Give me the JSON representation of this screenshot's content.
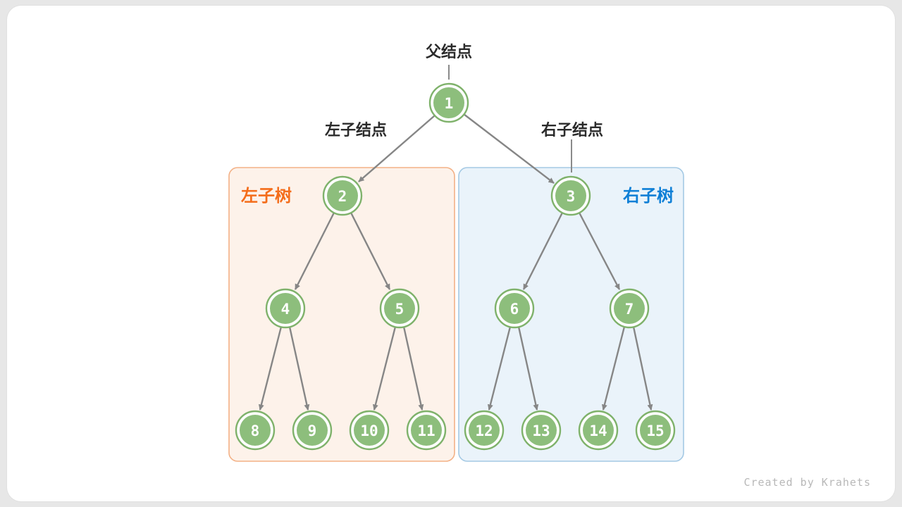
{
  "watermark": "Created by Krahets",
  "labels": {
    "parent": "父结点",
    "left_child": "左子结点",
    "right_child": "右子结点",
    "left_subtree": "左子树",
    "right_subtree": "右子树"
  },
  "colors": {
    "node_fill": "#8dbe7c",
    "node_ring": "#7fb26b",
    "edge": "#868686",
    "left_box_fill": "#fdf2ea",
    "left_box_border": "#f3b186",
    "left_label": "#f46d1b",
    "right_box_fill": "#eaf3fa",
    "right_box_border": "#a4c9e4",
    "right_label": "#0e7fd6"
  },
  "tree": {
    "nodes": [
      "1",
      "2",
      "3",
      "4",
      "5",
      "6",
      "7",
      "8",
      "9",
      "10",
      "11",
      "12",
      "13",
      "14",
      "15"
    ]
  }
}
